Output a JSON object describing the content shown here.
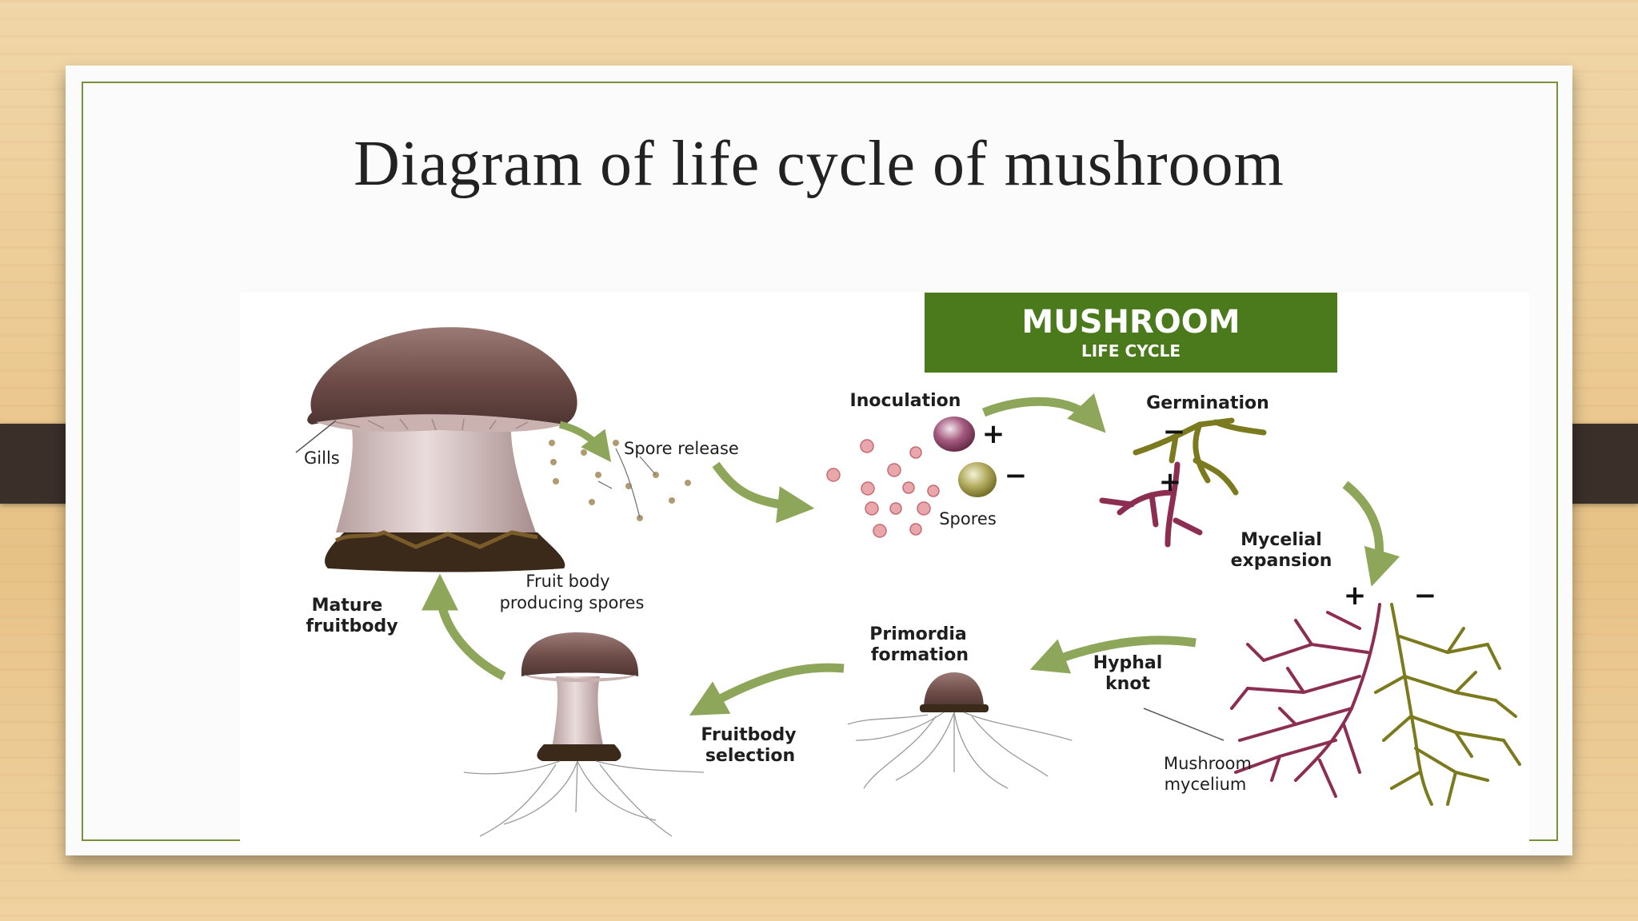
{
  "slide": {
    "title": "Diagram of life cycle of mushroom"
  },
  "banner": {
    "line1": "MUSHROOM",
    "line2": "LIFE CYCLE",
    "color": "#4b7a1c"
  },
  "labels": {
    "gills": "Gills",
    "spore_release": "Spore release",
    "fruit_body_line1": "Fruit body",
    "fruit_body_line2": "producing spores",
    "inoculation": "Inoculation",
    "spores": "Spores",
    "germination": "Germination",
    "mycelial_line1": "Mycelial",
    "mycelial_line2": "expansion",
    "mature_line1": "Mature",
    "mature_line2": "fruitbody",
    "primordia_line1": "Primordia",
    "primordia_line2": "formation",
    "hyphal_line1": "Hyphal",
    "hyphal_line2": "knot",
    "fruitbody_sel_line1": "Fruitbody",
    "fruitbody_sel_line2": "selection",
    "mycelium_line1": "Mushroom",
    "mycelium_line2": "mycelium",
    "plus": "+",
    "minus": "−"
  },
  "colors": {
    "arrow": "#8ea65a",
    "cap": "#7a5a55",
    "stem": "#d9c6c6",
    "plus_hyphae": "#8b2e52",
    "minus_hyphae": "#7b7a1e",
    "spore_pink": "#d9888a"
  }
}
